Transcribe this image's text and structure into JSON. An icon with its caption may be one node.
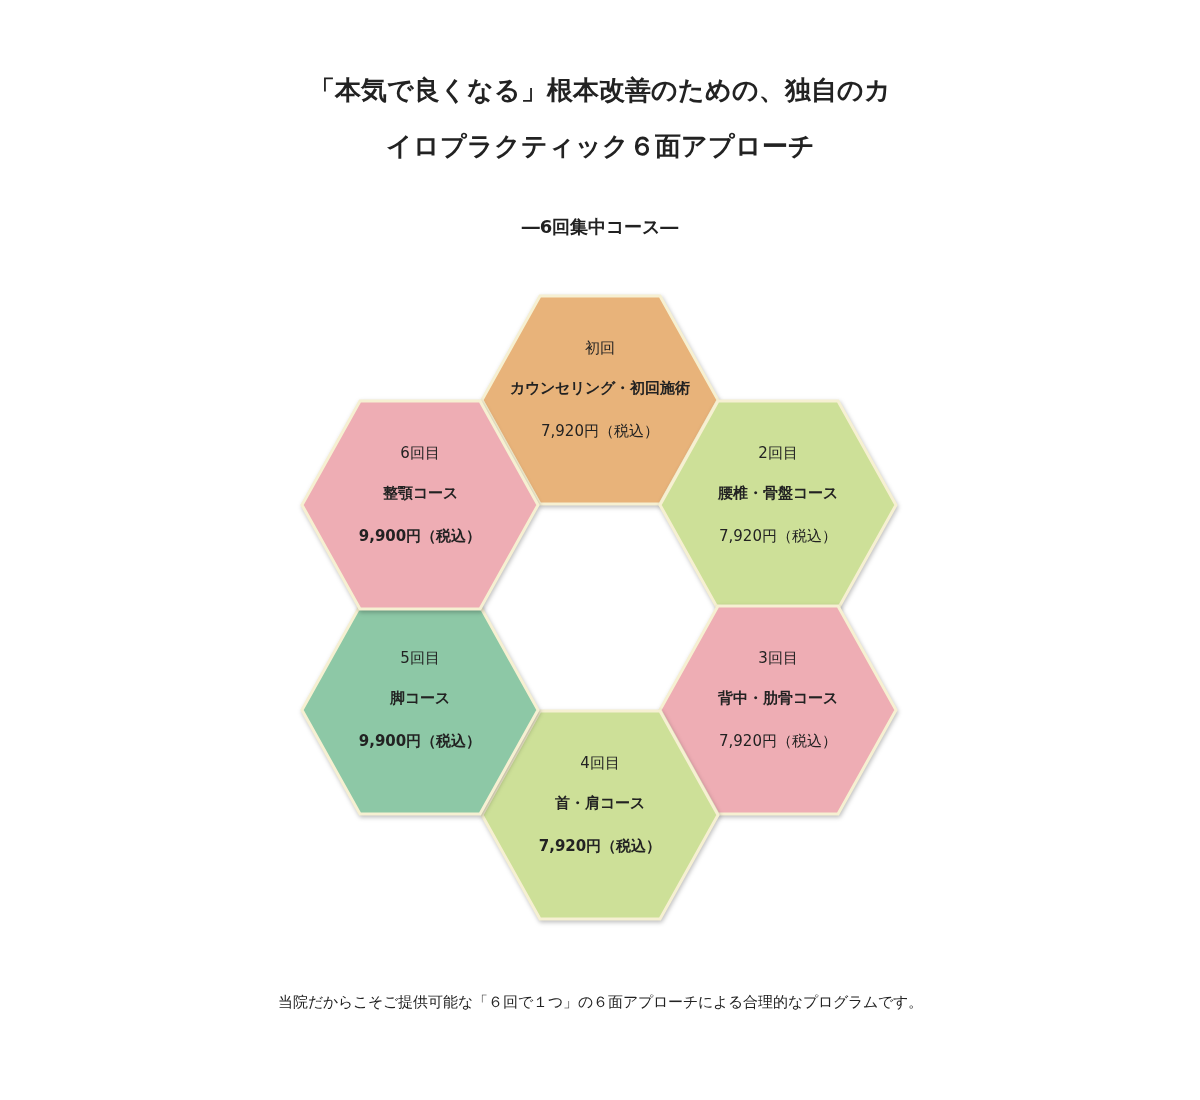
{
  "diagram": {
    "title": "「本気で良くなる」根本改善のための、独自のカイロプラクティック６面アプローチ",
    "nodes": [
      {
        "text": [
          "初回",
          "カウンセリング・初回施術",
          "7,920円（税込）"
        ]
      },
      {
        "text": [
          "2回目",
          "腰椎・骨盤コース",
          "7,920円（税込）"
        ]
      },
      {
        "text": [
          "3回目",
          "背中・肋骨コース",
          "7,920円（税込）"
        ]
      },
      {
        "text": [
          "4回目",
          "首・肩コース",
          "7,920円（税込）"
        ]
      },
      {
        "text": [
          "5回目",
          "脚コース",
          "9,900円（税込）"
        ]
      },
      {
        "text": [
          "6回目",
          "整顎コース",
          "9,900円（税込）"
        ]
      }
    ],
    "labels": [
      "―6回集中コース―"
    ],
    "caption": "当院だからこそご提供可能な「６回で１つ」の６面アプローチによる合理的なプログラムです。"
  }
}
